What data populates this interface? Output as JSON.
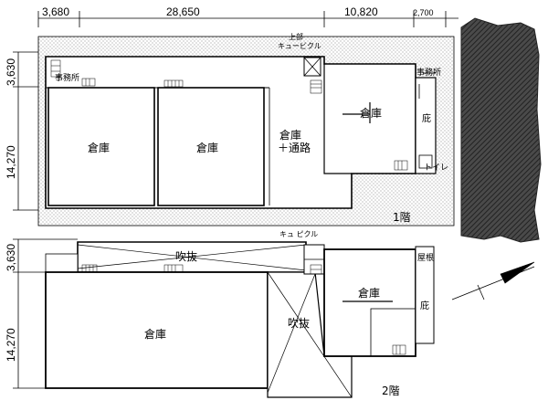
{
  "dimensions": {
    "top": [
      "3,680",
      "28,650",
      "10,820",
      "2,700"
    ],
    "left_floor1": [
      "3,630",
      "14,270"
    ],
    "left_floor2": [
      "3,630",
      "14,270"
    ]
  },
  "floor1": {
    "name": "1階",
    "rooms": {
      "warehouse_a": "倉庫",
      "warehouse_b": "倉庫",
      "warehouse_passage": "倉庫",
      "passage": "＋通路",
      "warehouse_east": "倉庫",
      "office_west": "事務所",
      "office_east": "事務所",
      "eave": "庇",
      "toilet": "トイレ"
    },
    "top_labels": {
      "upper_floor": "上部",
      "cubicle": "キュービクル"
    }
  },
  "floor2": {
    "name": "2階",
    "rooms": {
      "void_top": "吹抜",
      "void_center": "吹抜",
      "warehouse_main": "倉庫",
      "warehouse_east": "倉庫",
      "roof": "屋根",
      "eave": "庇"
    },
    "top_labels": {
      "cubicle": "キュ ピクル"
    }
  }
}
